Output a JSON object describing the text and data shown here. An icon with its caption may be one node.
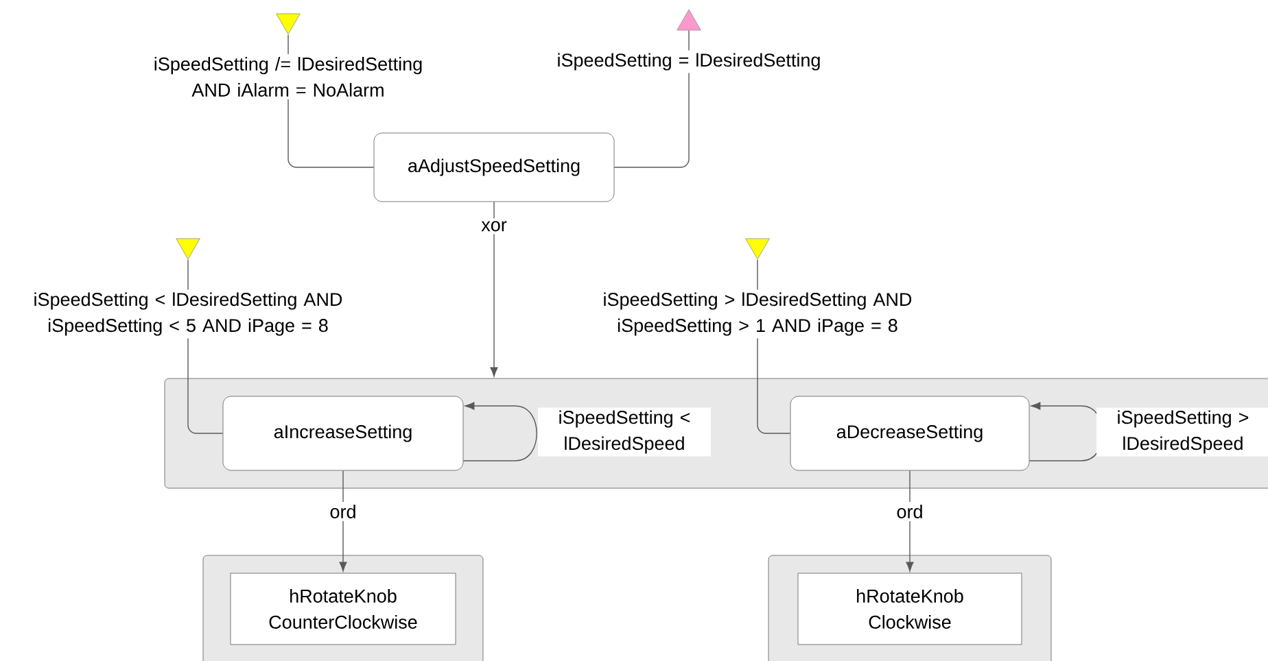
{
  "diagram": {
    "nodes": [
      {
        "text": [],
        "shape": "triangle"
      },
      {
        "text": [],
        "shape": "triangle"
      },
      {
        "text": [
          "aAdjustSpeedSetting"
        ]
      },
      {
        "text": [],
        "shape": "triangle"
      },
      {
        "text": [],
        "shape": "triangle"
      },
      {
        "text": [],
        "shape": "band"
      },
      {
        "text": [
          "aIncreaseSetting"
        ],
        "in": 5
      },
      {
        "text": [
          "aDecreaseSetting"
        ],
        "in": 5
      },
      {
        "text": [],
        "shape": "box"
      },
      {
        "text": [
          "hRotateKnob CounterClockwise"
        ],
        "in": 8
      },
      {
        "text": [],
        "shape": "box"
      },
      {
        "text": [
          "hRotateKnob Clockwise"
        ],
        "in": 10
      }
    ],
    "edges": [
      {
        "from": 0,
        "to": 2,
        "arrow": "none",
        "label": "iSpeedSetting /= lDesiredSetting AND iAlarm = NoAlarm"
      },
      {
        "from": 2,
        "to": 1,
        "arrow": "none",
        "label": "iSpeedSetting = lDesiredSetting"
      },
      {
        "from": 2,
        "to": 5,
        "arrow": "to",
        "label": "xor"
      },
      {
        "from": 3,
        "to": 6,
        "arrow": "none",
        "label": "iSpeedSetting < lDesiredSetting AND iSpeedSetting < 5 AND iPage = 8"
      },
      {
        "from": 6,
        "to": 6,
        "arrow": "to",
        "label": "iSpeedSetting < lDesiredSpeed"
      },
      {
        "from": 4,
        "to": 7,
        "arrow": "none",
        "label": "iSpeedSetting > lDesiredSetting AND iSpeedSetting > 1 AND iPage = 8"
      },
      {
        "from": 7,
        "to": 7,
        "arrow": "to",
        "label": "iSpeedSetting > lDesiredSpeed"
      },
      {
        "from": 6,
        "to": 9,
        "arrow": "to",
        "label": "ord"
      },
      {
        "from": 7,
        "to": 11,
        "arrow": "to",
        "label": "ord"
      }
    ]
  }
}
